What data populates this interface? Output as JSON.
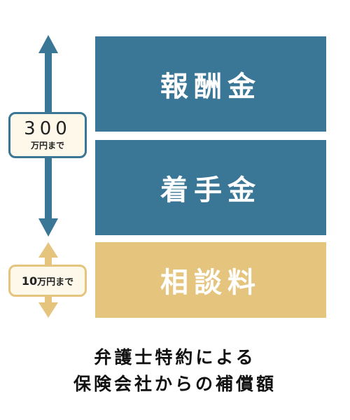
{
  "blocks": {
    "reward": "報酬金",
    "retainer": "着手金",
    "consultation": "相談料"
  },
  "limits": {
    "upper": {
      "amount": "300",
      "unit": "万円まで"
    },
    "lower": {
      "amount": "10",
      "unit": "万円まで"
    }
  },
  "caption": {
    "line1": "弁護士特約による",
    "line2": "保険会社からの補償額"
  },
  "colors": {
    "fee_blue": "#3a7796",
    "consult_gold": "#e5c47e"
  },
  "icons": [
    "up-down-arrow-icon",
    "up-down-arrow-icon"
  ]
}
